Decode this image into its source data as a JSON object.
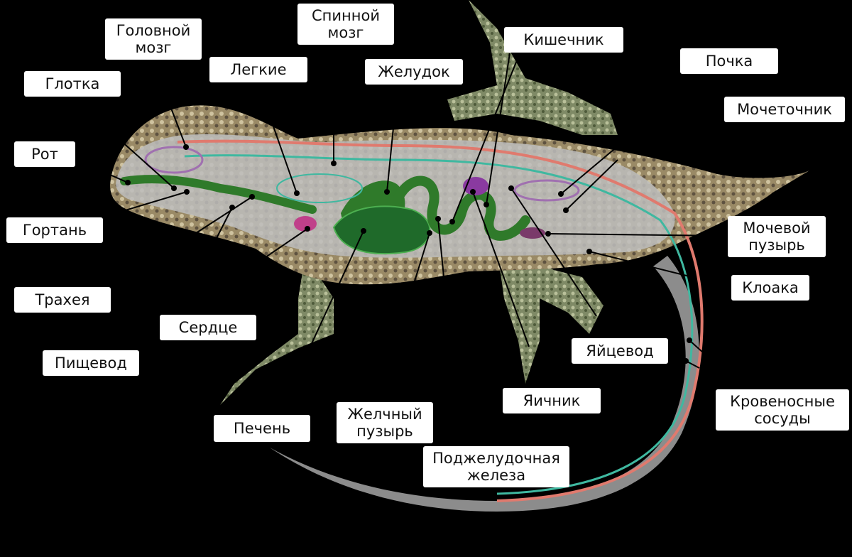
{
  "labels": {
    "brain": "Головной\nмозг",
    "spinal_cord": "Спинной\nмозг",
    "intestine": "Кишечник",
    "kidney": "Почка",
    "pharynx": "Глотка",
    "lungs": "Легкие",
    "stomach": "Желудок",
    "ureter": "Мочеточник",
    "mouth": "Рот",
    "larynx": "Гортань",
    "bladder": "Мочевой\nпузырь",
    "cloaca": "Клоака",
    "trachea": "Трахея",
    "heart": "Сердце",
    "esophagus": "Пищевод",
    "oviduct": "Яйцевод",
    "ovary": "Яичник",
    "blood_vessels": "Кровеносные\nсосуды",
    "liver": "Печень",
    "gall_bladder": "Желчный\nпузырь",
    "pancreas": "Поджелудочная\nжелеза"
  },
  "colors": {
    "background": "#000000",
    "skin": "#8a7a5c",
    "skin_light": "#b8ad8a",
    "body_overlay": "#bdbdbd",
    "digestive": "#2f7a2a",
    "digestive_light": "#4caf50",
    "vessel_red": "#e07a6e",
    "vessel_teal": "#3fb8a0",
    "nerve_purple": "#a070b0",
    "heart": "#c0408a",
    "kidney": "#7a3a6a"
  }
}
